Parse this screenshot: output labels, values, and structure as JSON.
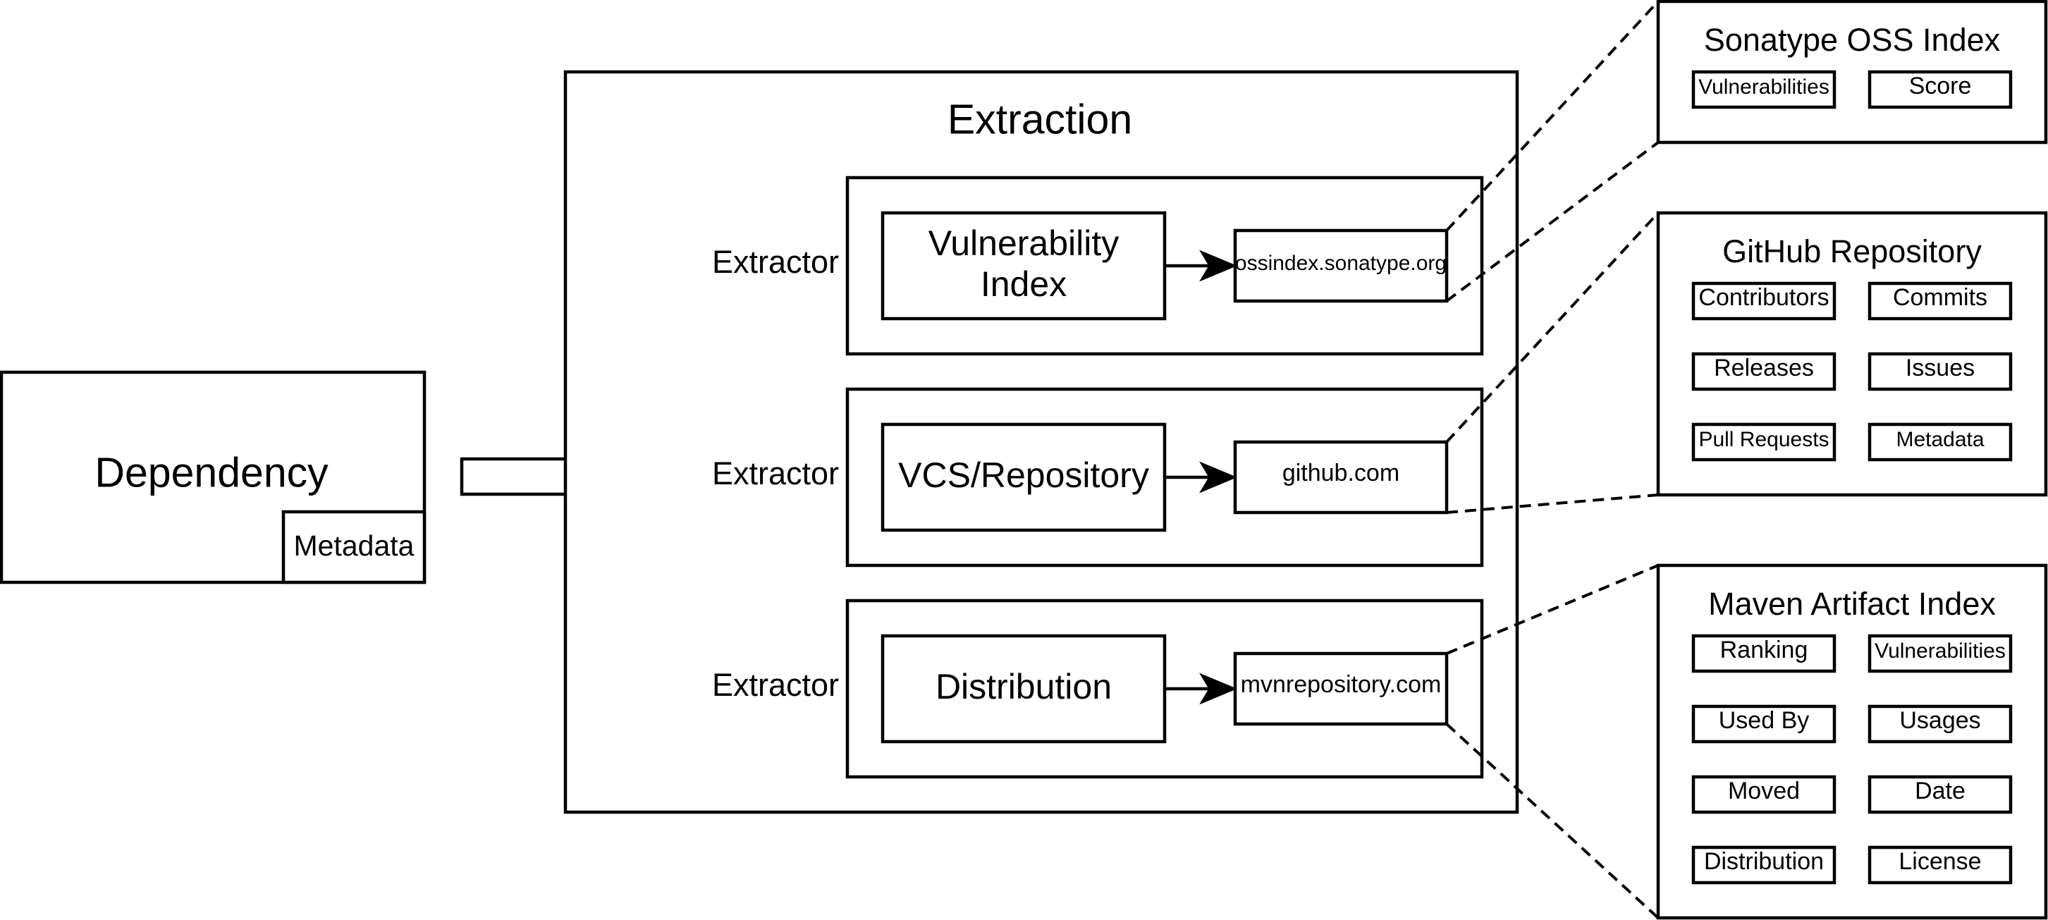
{
  "dependency": {
    "label": "Dependency",
    "metadata_label": "Metadata"
  },
  "extraction": {
    "title": "Extraction",
    "extractors": [
      {
        "prefix": "Extractor",
        "name_lines": [
          "Vulnerability",
          "Index"
        ],
        "source": "ossindex.sonatype.org"
      },
      {
        "prefix": "Extractor",
        "name_lines": [
          "VCS/Repository"
        ],
        "source": "github.com"
      },
      {
        "prefix": "Extractor",
        "name_lines": [
          "Distribution"
        ],
        "source": "mvnrepository.com"
      }
    ]
  },
  "sources": [
    {
      "title": "Sonatype OSS Index",
      "fields": [
        "Vulnerabilities",
        "Score"
      ]
    },
    {
      "title": "GitHub Repository",
      "fields": [
        "Contributors",
        "Commits",
        "Releases",
        "Issues",
        "Pull Requests",
        "Metadata"
      ]
    },
    {
      "title": "Maven Artifact Index",
      "fields": [
        "Ranking",
        "Vulnerabilities",
        "Used By",
        "Usages",
        "Moved",
        "Date",
        "Distribution",
        "License"
      ]
    }
  ],
  "colors": {
    "stroke": "#000000",
    "fill": "#ffffff",
    "text": "#000000"
  }
}
